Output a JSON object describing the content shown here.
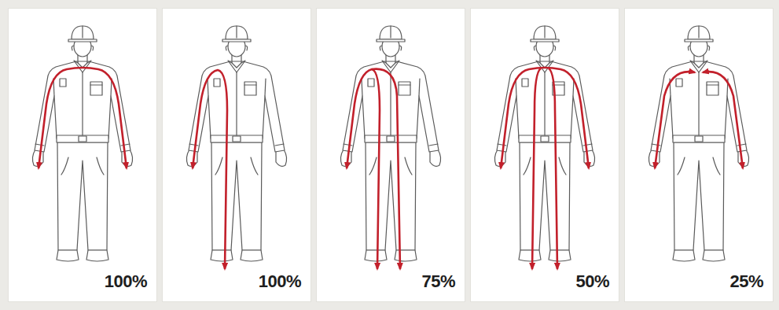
{
  "diagram": {
    "nodes": [
      {
        "text": [
          "100%"
        ]
      },
      {
        "text": [
          "100%"
        ]
      },
      {
        "text": [
          "75%"
        ]
      },
      {
        "text": [
          "50%"
        ]
      },
      {
        "text": [
          "25%"
        ]
      }
    ]
  }
}
